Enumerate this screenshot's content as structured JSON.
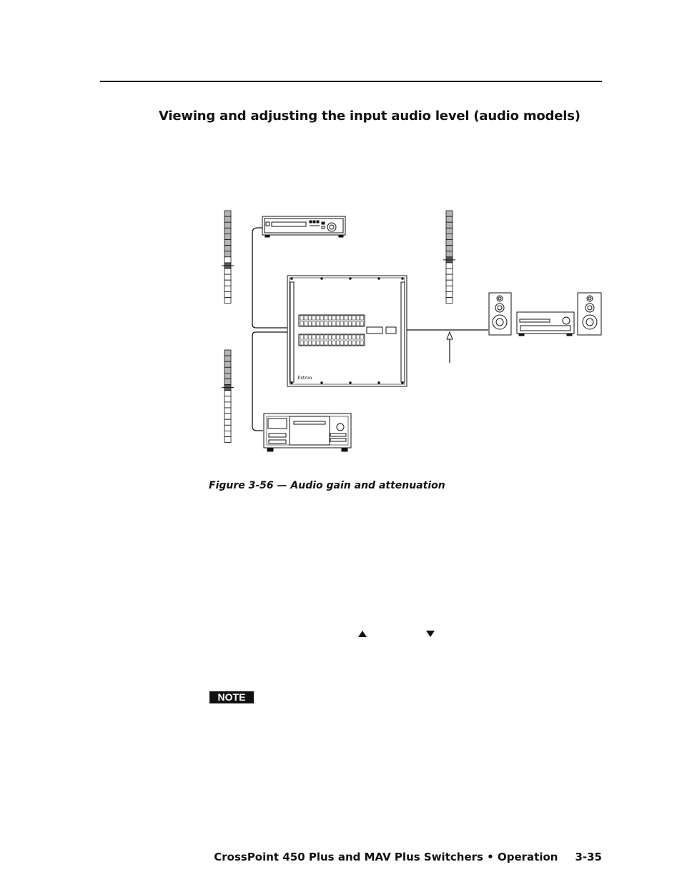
{
  "page": {
    "heading": "Viewing and adjusting the input audio level (audio models)",
    "figure_caption": "Figure 3-56 — Audio gain and attenuation",
    "note_label": "NOTE",
    "footer": {
      "title": "CrossPoint 450 Plus and MAV Plus Switchers • Operation",
      "page_number": "3-35"
    }
  },
  "figure": {
    "switcher_brand": "Extron",
    "meters": [
      {
        "name": "vcr-input-meter",
        "segments": 16,
        "shaded": 8,
        "marker_segment": 9
      },
      {
        "name": "cd-input-meter",
        "segments": 16,
        "shaded": 6,
        "marker_segment": 6
      },
      {
        "name": "output-meter",
        "segments": 16,
        "shaded": 8,
        "marker_segment": 8
      }
    ]
  }
}
